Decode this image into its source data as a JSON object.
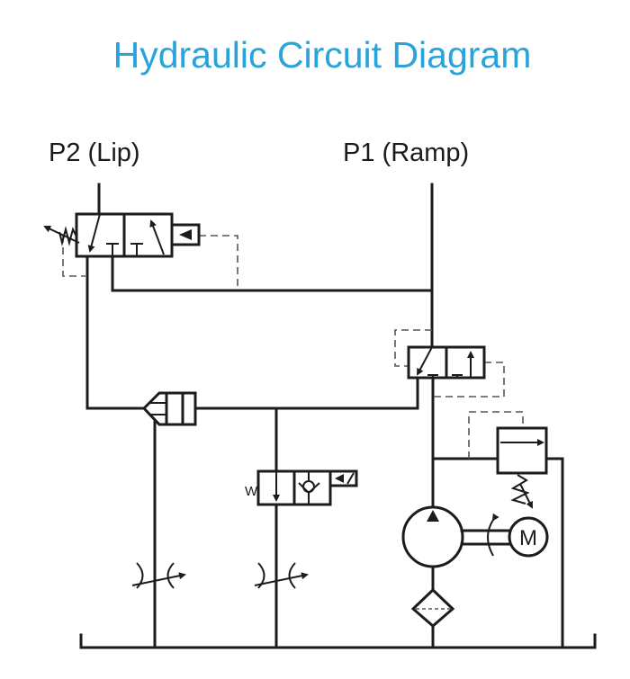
{
  "title": "Hydraulic Circuit Diagram",
  "colors": {
    "title": "#2aa3db",
    "lines": "#1c1c1c",
    "pilot_lines": "#555555",
    "background": "#ffffff"
  },
  "ports": {
    "p2": {
      "id": "P2",
      "name": "(Lip)"
    },
    "p1": {
      "id": "P1",
      "name": "(Ramp)"
    }
  },
  "components": {
    "motor": {
      "symbol": "M"
    },
    "solenoid_valve_spring": {
      "symbol": "W"
    },
    "list": [
      "lip-directional-valve",
      "ramp-directional-valve",
      "shuttle-valve",
      "solenoid-check-valve",
      "relief-valve",
      "hydraulic-pump",
      "electric-motor",
      "lip-flow-control-valve",
      "ramp-flow-control-valve",
      "suction-filter",
      "reservoir-tank"
    ]
  }
}
